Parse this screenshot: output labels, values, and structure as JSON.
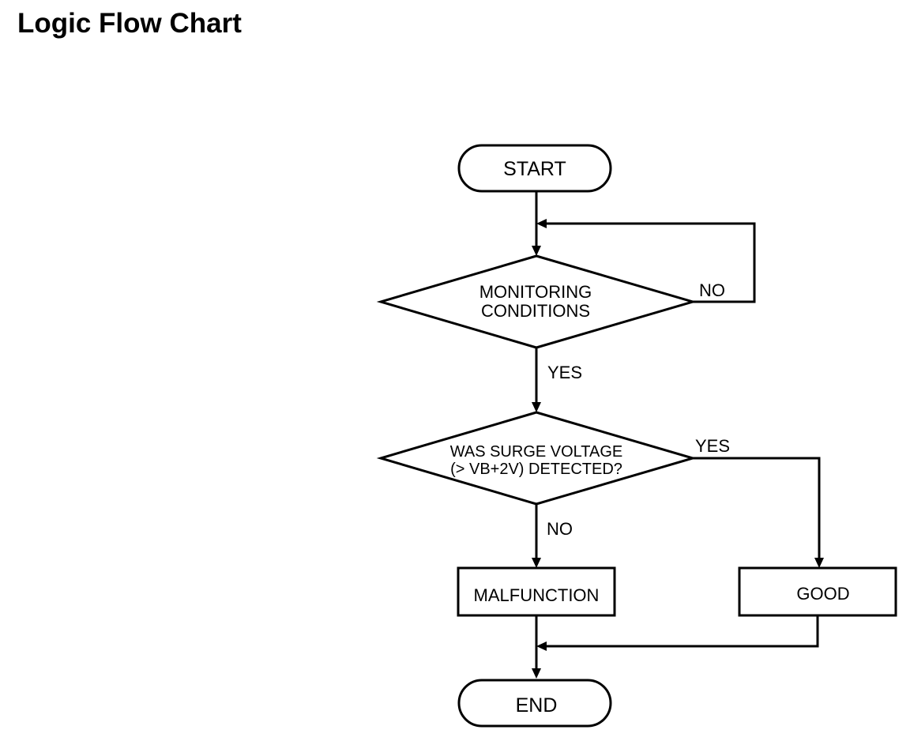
{
  "page": {
    "title": "Logic Flow Chart"
  },
  "flowchart": {
    "nodes": {
      "start": {
        "label": "START"
      },
      "monitoring": {
        "lines": [
          "MONITORING",
          "CONDITIONS"
        ]
      },
      "surge": {
        "lines": [
          "WAS SURGE VOLTAGE",
          "(> VB+2V) DETECTED?"
        ]
      },
      "malfunction": {
        "label": "MALFUNCTION"
      },
      "good": {
        "label": "GOOD"
      },
      "end": {
        "label": "END"
      }
    },
    "edges": {
      "monitoring_no": "NO",
      "monitoring_yes": "YES",
      "surge_yes": "YES",
      "surge_no": "NO"
    }
  }
}
